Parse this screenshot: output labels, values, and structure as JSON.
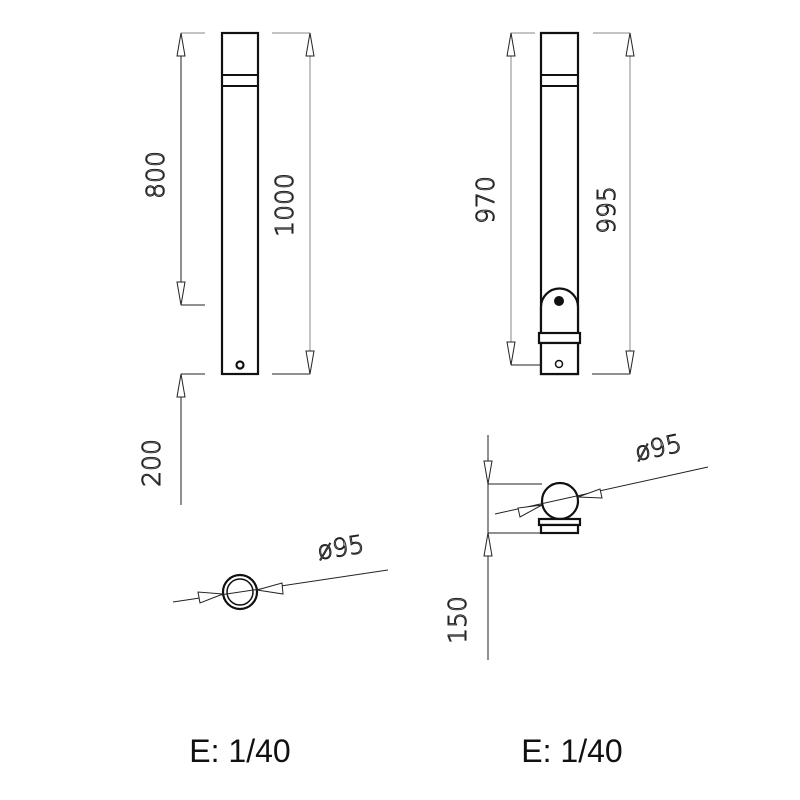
{
  "left_view": {
    "dim_above_ground": "800",
    "dim_total": "1000",
    "dim_embedded": "200",
    "diameter": "ø95",
    "scale": "E: 1/40"
  },
  "right_view": {
    "dim_inner": "970",
    "dim_total": "995",
    "dim_base": "150",
    "diameter": "ø95",
    "scale": "E: 1/40"
  }
}
